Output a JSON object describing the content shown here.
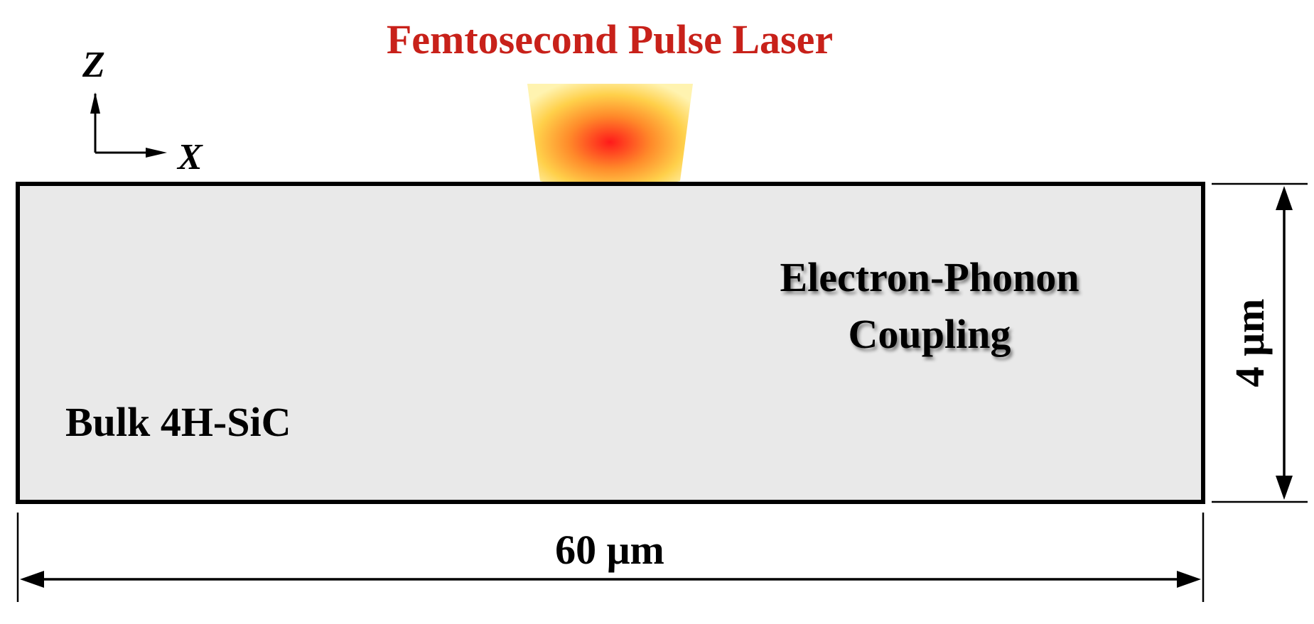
{
  "laser": {
    "label": "Femtosecond Pulse Laser",
    "label_color": "#c8211a",
    "beam_colors": [
      "#ff1a1a",
      "#ff8a2a",
      "#ffd04a",
      "#fff3b0"
    ]
  },
  "axes": {
    "z_label": "Z",
    "x_label": "X"
  },
  "sample": {
    "fill_color": "#e9e9e9",
    "material_label": "Bulk 4H-SiC",
    "coupling_label_line1": "Electron-Phonon",
    "coupling_label_line2": "Coupling"
  },
  "dimensions": {
    "width_label": "60 μm",
    "height_label": "4 μm"
  }
}
